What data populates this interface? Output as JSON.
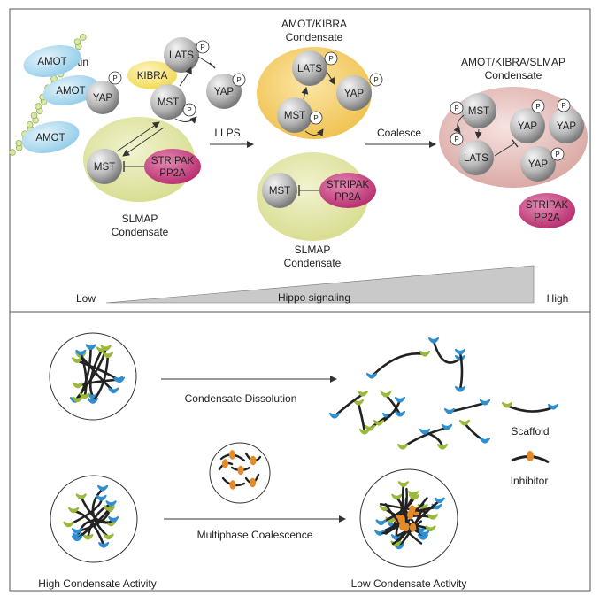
{
  "top_panel": {
    "f_actin_label": "F-Actin",
    "amot_label": "AMOT",
    "kibra_label": "KIBRA",
    "lats_label": "LATS",
    "yap_label": "YAP",
    "mst_label": "MST",
    "stripak_label_line1": "STRIPAK",
    "stripak_label_line2": "PP2A",
    "phospho_label": "P",
    "slmap_condensate_line1": "SLMAP",
    "slmap_condensate_line2": "Condensate",
    "llps_label": "LLPS",
    "amot_kibra_condensate_line1": "AMOT/KIBRA",
    "amot_kibra_condensate_line2": "Condensate",
    "coalesce_label": "Coalesce",
    "amot_kibra_slmap_condensate_line1": "AMOT/KIBRA/SLMAP",
    "amot_kibra_slmap_condensate_line2": "Condensate",
    "gradient_low": "Low",
    "gradient_center": "Hippo signaling",
    "gradient_high": "High"
  },
  "bottom_panel": {
    "dissolution_label": "Condensate Dissolution",
    "coalescence_label": "Multiphase Coalescence",
    "high_activity_label": "High Condensate Activity",
    "low_activity_label": "Low Condensate Activity",
    "legend_scaffold": "Scaffold",
    "legend_inhibitor": "Inhibitor"
  },
  "colors": {
    "amot": "#a8d8ef",
    "kibra": "#f7e27a",
    "slmap_condensate": "#dfe3a0",
    "amot_kibra_condensate": "#f3c45a",
    "merged_condensate": "#e3b8b4",
    "stripak": "#c8387c",
    "scaffold_green": "#9ab83b",
    "scaffold_blue": "#2f8fcf",
    "inhibitor_orange": "#e58a2a"
  }
}
